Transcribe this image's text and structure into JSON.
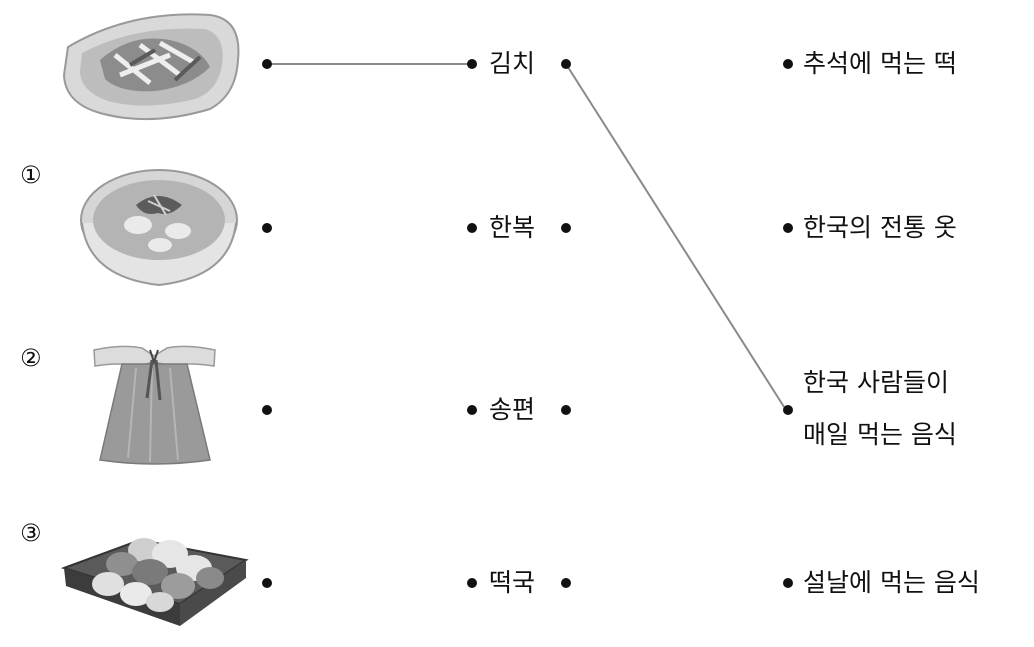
{
  "items": [
    {
      "marker": "",
      "image": "kimchi-dish",
      "word": "김치"
    },
    {
      "marker": "①",
      "image": "tteokguk-soup-bowl",
      "word": "한복"
    },
    {
      "marker": "②",
      "image": "hanbok-garment",
      "word": "송편"
    },
    {
      "marker": "③",
      "image": "songpyeon-tray",
      "word": "떡국"
    }
  ],
  "descriptions": [
    {
      "lines": [
        "추석에 먹는 떡"
      ]
    },
    {
      "lines": [
        "한국의 전통 옷"
      ]
    },
    {
      "lines": [
        "한국 사람들이",
        "매일 먹는 음식"
      ]
    },
    {
      "lines": [
        "설날에 먹는 음식"
      ]
    }
  ],
  "connections": [
    {
      "from": "image-1",
      "to": "word-1"
    },
    {
      "from": "word-1",
      "to": "description-3"
    }
  ],
  "colors": {
    "line": "#8a8a8a",
    "dot": "#111111"
  }
}
